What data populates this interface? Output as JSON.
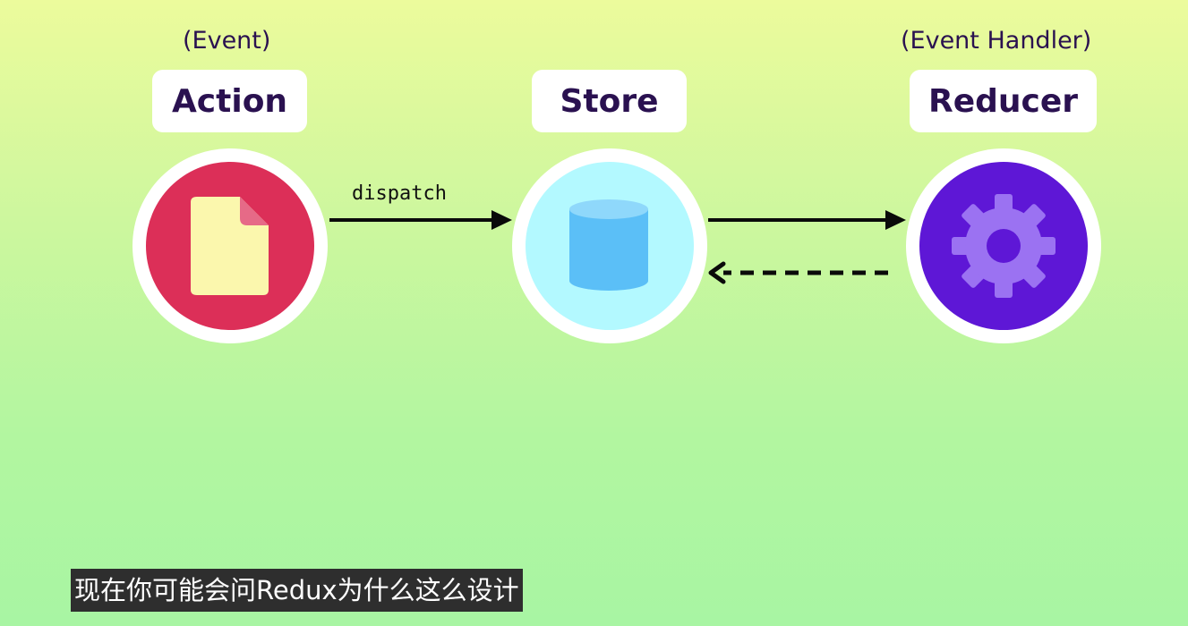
{
  "nodes": {
    "action": {
      "subtitle": "(Event)",
      "title": "Action",
      "fill": "#dc2f58",
      "icon": "file-icon"
    },
    "store": {
      "subtitle": "",
      "title": "Store",
      "fill": "#b3f9ff",
      "icon": "database-icon"
    },
    "reducer": {
      "subtitle": "(Event Handler)",
      "title": "Reducer",
      "fill": "#5e17d6",
      "icon": "gear-icon"
    }
  },
  "edges": {
    "action_to_store": {
      "label": "dispatch",
      "style": "solid"
    },
    "store_to_reducer": {
      "label": "",
      "style": "solid"
    },
    "reducer_to_store": {
      "label": "",
      "style": "dashed"
    }
  },
  "caption": "现在你可能会问Redux为什么这么设计",
  "colors": {
    "title_text": "#2a1150",
    "arrow": "#0a0a0a",
    "background_top": "#ecfb9c",
    "background_bottom": "#a8f5a3"
  }
}
